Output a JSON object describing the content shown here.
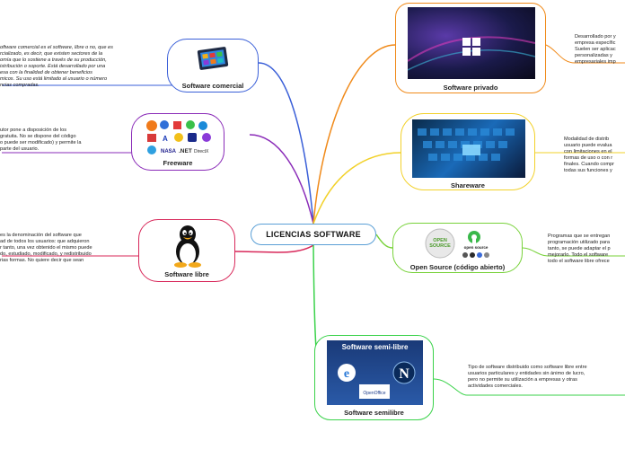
{
  "center": {
    "title": "LICENCIAS SOFTWARE"
  },
  "nodes": {
    "software_comercial": {
      "label": "Software comercial",
      "description": "oftware comercial es el software, libre o no, que es\nrcializado, es decir, que existen sectores de la\nomía que lo sostiene a través de su producción,\nistribución o soporte. Está desarrollado por una\nesa con la finalidad de obtener beneficios\nmicos. Su uso está limitado al usuario o número\nncias compradas."
    },
    "freeware": {
      "label": "Freeware",
      "description": "utor pone a disposición de los\ngratuita. No se dispone del código\no puede ser modificado) y permite la\nparte del usuario.",
      "icons": [
        ".NET",
        "DirectX",
        "NASA",
        "A"
      ]
    },
    "software_libre": {
      "label": "Software libre",
      "description": "es la denominación del software que\nad de todos los usuarios: que adquieron\nr tanto, una vez obtenido el mismo puede\ndo, estudiado, modificado, y redistribuido\nrias formas. No quiere decir que sean"
    },
    "software_privado": {
      "label": "Software privado",
      "description": "Desarrollado por y\nempresa específic\nSuelen ser aplicac\npersonalizadas y\nempresariales imp"
    },
    "shareware": {
      "label": "Shareware",
      "description": "Modalidad de distrib\nusuario puede evalua\ncon limitaciones en el\nformas de uso o con r\nfinales. Cuando compr\ntodas sus funciones y"
    },
    "open_source": {
      "label": "Open Source (código abierto)",
      "description": "Programas que se entregan\nprogramación utilizado para\ntanto, se puede adaptar el p\nmejorarlo. Todo el software\ntodo el software libre ofrece",
      "logo_text_1": "OPEN\nSOURCE",
      "logo_text_2": "open source"
    },
    "software_semilibre": {
      "label": "Software semilibre",
      "description": "Tipo de software distribuido como software libre entre\nusuarios particulares y entidades sin ánimo de lucro,\npero no permite su utilización a empresas y otras\nactividades comerciales.",
      "image_title": "Software semi-libre",
      "image_caption": "OpenOffice"
    }
  },
  "colors": {
    "comercial": "#3a5fd8",
    "freeware": "#8a2bb8",
    "libre": "#d8285a",
    "privado": "#f08a1a",
    "shareware": "#f2d12a",
    "open_source": "#78d23a",
    "semilibre": "#3ad24a",
    "center_border": "#5a9fd6"
  }
}
